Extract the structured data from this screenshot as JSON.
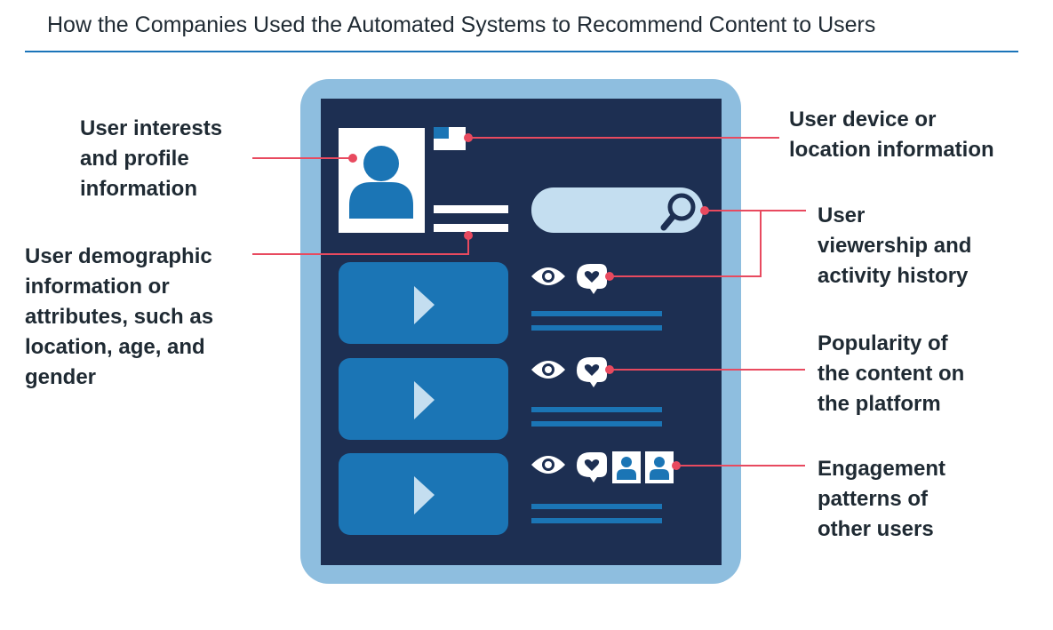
{
  "title": "How the Companies Used the Automated Systems to Recommend Content to Users",
  "colors": {
    "accent_rule": "#1b74b9",
    "frame_outer": "#8ebedf",
    "screen": "#1d2f52",
    "video_card": "#1b75b5",
    "search_bar": "#c4def0",
    "callout": "#e84a5f",
    "text": "#1f2a33",
    "white": "#ffffff"
  },
  "labels": {
    "interests": [
      "User interests",
      "and profile",
      "information"
    ],
    "demographic": [
      "User demographic",
      "information or",
      "attributes, such as",
      "location, age, and",
      "gender"
    ],
    "device": [
      "User device or",
      "location information"
    ],
    "viewership": [
      "User",
      "viewership and",
      "activity history"
    ],
    "popularity": [
      "Popularity of",
      "the content on",
      "the platform"
    ],
    "engagement": [
      "Engagement",
      "patterns of",
      "other users"
    ]
  },
  "icons": {
    "profile": "user-avatar-icon",
    "flag": "flag-icon",
    "search": "search-icon",
    "views": "eye-icon",
    "likes": "heart-bubble-icon",
    "play": "play-icon",
    "other_user": "user-icon"
  }
}
